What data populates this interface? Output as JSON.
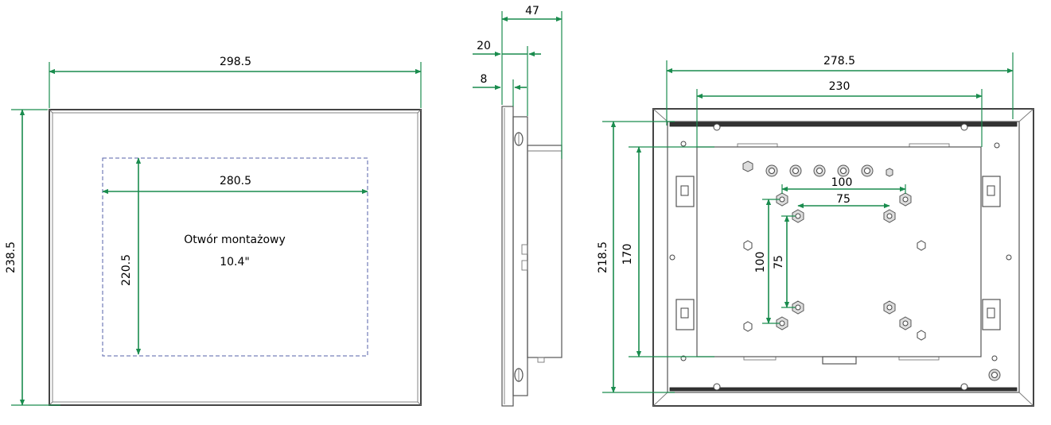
{
  "front_view": {
    "width_label": "298.5",
    "height_label": "238.5",
    "cutout_width_label": "280.5",
    "cutout_height_label": "220.5",
    "cutout_title": "Otwór montażowy",
    "cutout_size": "10.4\""
  },
  "side_view": {
    "depth_total_label": "47",
    "depth_front_label": "20",
    "bezel_label": "8"
  },
  "rear_view": {
    "outer_width_label": "278.5",
    "inner_width_label": "230",
    "outer_height_label": "218.5",
    "inner_height_label": "170",
    "vesa_large_h_label": "100",
    "vesa_small_h_label": "75",
    "vesa_large_v_label": "100",
    "vesa_small_v_label": "75"
  },
  "colors": {
    "dimension": "#1a8c4e",
    "outline": "#555555",
    "cutout": "#5560a8"
  }
}
